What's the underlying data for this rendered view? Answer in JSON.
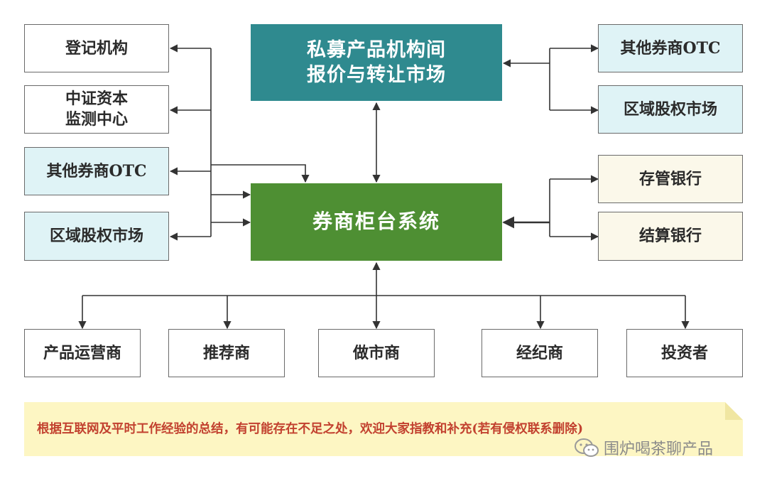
{
  "diagram": {
    "top_center": "私募产品机构间\n报价与转让市场",
    "center": "券商柜台系统",
    "left": [
      "登记机构",
      "中证资本\n监测中心",
      "其他券商OTC",
      "区域股权市场"
    ],
    "right_top": [
      "其他券商OTC",
      "区域股权市场"
    ],
    "right_bottom": [
      "存管银行",
      "结算银行"
    ],
    "bottom": [
      "产品运营商",
      "推荐商",
      "做市商",
      "经纪商",
      "投资者"
    ]
  },
  "note": "根据互联网及平时工作经验的总结，有可能存在不足之处，欢迎大家指教和补充(若有侵权联系删除)",
  "watermark": "围炉喝茶聊产品",
  "colors": {
    "top_box": "#2f8a8f",
    "center_box": "#4e8f33",
    "cyan_box": "#dff3f6",
    "cream_box": "#fbf8ea",
    "note_bg": "#fdf6c3",
    "note_text": "#c2412f",
    "line": "#333333"
  }
}
